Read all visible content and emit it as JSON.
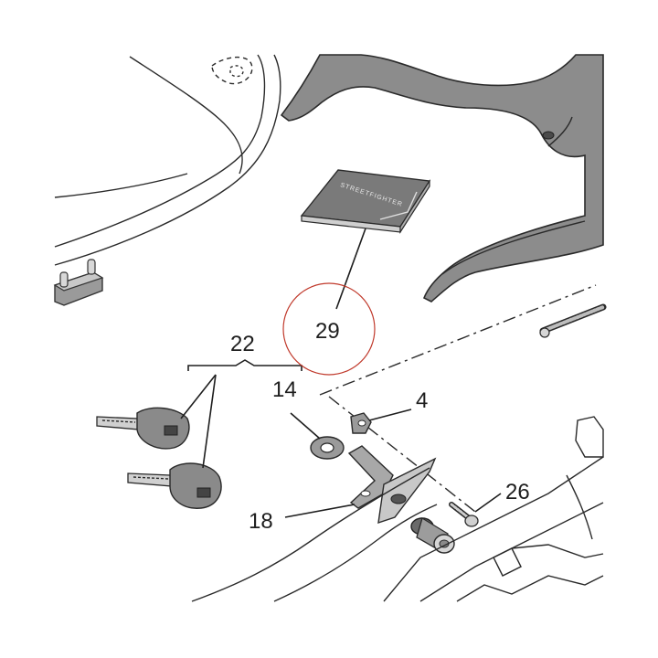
{
  "diagram": {
    "card_text": "STREETFIGHTER",
    "highlight_color": "#c0392b",
    "part_fill": "#8c8c8c",
    "part_dark": "#5e5e5e",
    "callouts": {
      "c29": "29",
      "c22": "22",
      "c14": "14",
      "c4": "4",
      "c26": "26",
      "c18": "18"
    }
  }
}
